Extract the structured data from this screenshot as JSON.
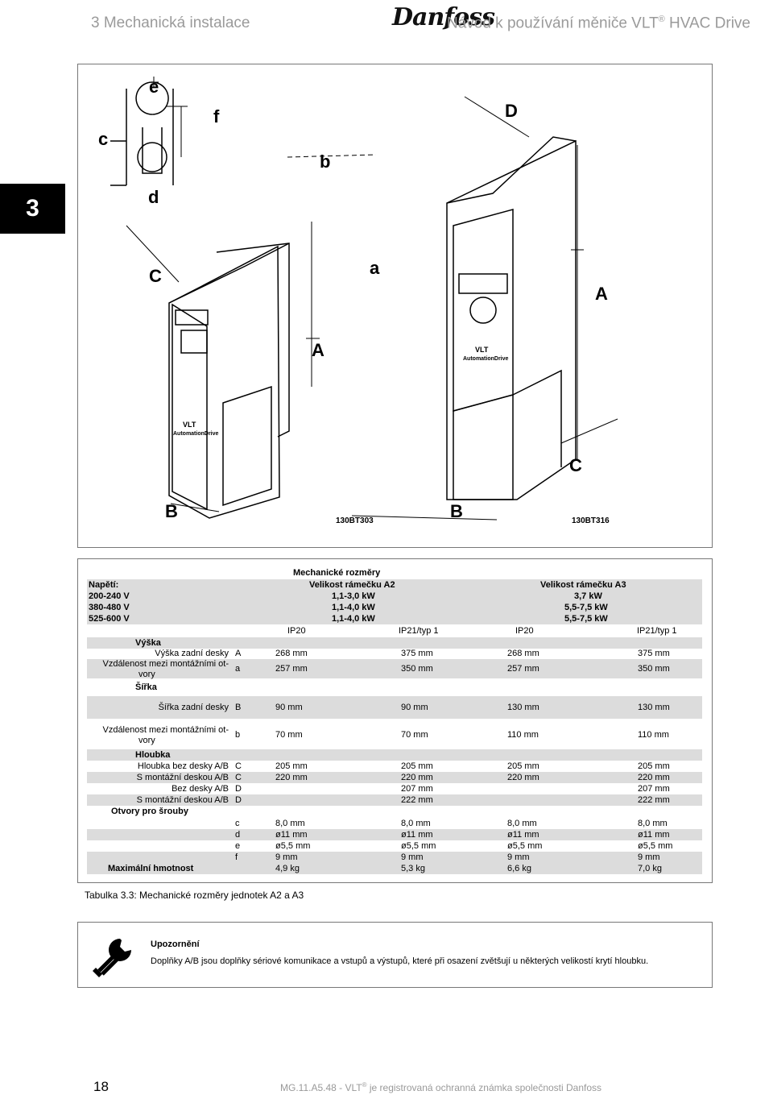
{
  "header": {
    "section": "3 Mechanická instalace",
    "logo": "Danfoss",
    "title": "Návod k používání měniče VLT",
    "reg_mark": "®",
    "title_end": "HVAC Drive"
  },
  "chapter_tab": "3",
  "figure": {
    "code_left": "130BT303",
    "code_right": "130BT316",
    "dim_labels": {
      "e": "e",
      "f": "f",
      "c": "c",
      "d": "d",
      "b": "b",
      "a": "a",
      "A": "A",
      "B": "B",
      "C": "C",
      "D": "D"
    },
    "device_brand": "VLT",
    "device_sub": "AutomationDrive"
  },
  "table": {
    "title": "Mechanické rozměry",
    "voltage_label": "Napětí:",
    "voltages": [
      "200-240 V",
      "380-480 V",
      "525-600 V"
    ],
    "frame_a2": {
      "label": "Velikost rámečku A2",
      "powers": [
        "1,1-3,0 kW",
        "1,1-4,0 kW",
        "1,1-4,0 kW"
      ]
    },
    "frame_a3": {
      "label": "Velikost rámečku A3",
      "powers": [
        "3,7 kW",
        "5,5-7,5 kW",
        "5,5-7,5 kW"
      ]
    },
    "ip_headers": [
      "IP20",
      "IP21/typ 1",
      "IP20",
      "IP21/typ 1"
    ],
    "rows": [
      {
        "label": "Výška",
        "sym": "",
        "vals": [
          "",
          "",
          "",
          ""
        ],
        "bold": true
      },
      {
        "label": "Výška zadní desky",
        "sym": "A",
        "vals": [
          "268 mm",
          "375 mm",
          "268 mm",
          "375 mm"
        ]
      },
      {
        "label": "Vzdálenost mezi montážními ot-",
        "label2": "vory",
        "sym": "a",
        "vals": [
          "257 mm",
          "350 mm",
          "257 mm",
          "350 mm"
        ]
      },
      {
        "label": "Šířka",
        "sym": "",
        "vals": [
          "",
          "",
          "",
          ""
        ],
        "bold": true
      },
      {
        "label": "Šířka zadní desky",
        "sym": "B",
        "vals": [
          "90 mm",
          "90 mm",
          "130 mm",
          "130 mm"
        ]
      },
      {
        "label": "Vzdálenost mezi montážními ot-",
        "label2": "vory",
        "sym": "b",
        "vals": [
          "70 mm",
          "70 mm",
          "110 mm",
          "110 mm"
        ]
      },
      {
        "label": "Hloubka",
        "sym": "",
        "vals": [
          "",
          "",
          "",
          ""
        ],
        "bold": true
      },
      {
        "label": "Hloubka bez desky A/B",
        "sym": "C",
        "vals": [
          "205 mm",
          "205 mm",
          "205 mm",
          "205 mm"
        ]
      },
      {
        "label": "S montážní deskou A/B",
        "sym": "C",
        "vals": [
          "220 mm",
          "220 mm",
          "220 mm",
          "220 mm"
        ]
      },
      {
        "label": "Bez desky A/B",
        "sym": "D",
        "vals": [
          "",
          "207 mm",
          "",
          "207 mm"
        ]
      },
      {
        "label": "S montážní deskou A/B",
        "sym": "D",
        "vals": [
          "",
          "222 mm",
          "",
          "222 mm"
        ]
      },
      {
        "label": "Otvory pro šrouby",
        "sym": "",
        "vals": [
          "",
          "",
          "",
          ""
        ],
        "bold": true
      },
      {
        "label": "",
        "sym": "c",
        "vals": [
          "8,0 mm",
          "8,0 mm",
          "8,0 mm",
          "8,0 mm"
        ]
      },
      {
        "label": "",
        "sym": "d",
        "vals": [
          "ø11 mm",
          "ø11 mm",
          "ø11 mm",
          "ø11 mm"
        ]
      },
      {
        "label": "",
        "sym": "e",
        "vals": [
          "ø5,5 mm",
          "ø5,5 mm",
          "ø5,5 mm",
          "ø5,5 mm"
        ]
      },
      {
        "label": "",
        "sym": "f",
        "vals": [
          "9 mm",
          "9 mm",
          "9 mm",
          "9 mm"
        ]
      },
      {
        "label": "Maximální hmotnost",
        "sym": "",
        "vals": [
          "4,9 kg",
          "5,3 kg",
          "6,6 kg",
          "7,0 kg"
        ],
        "bold": true
      }
    ]
  },
  "caption": "Tabulka 3.3: Mechanické rozměry jednotek A2 a A3",
  "note": {
    "icon": "wrench-icon",
    "title": "Upozornění",
    "text": "Doplňky A/B jsou doplňky sériové komunikace a vstupů a výstupů, které při osazení zvětšují u některých velikostí krytí hloubku."
  },
  "footer": {
    "page": "18",
    "text_before": "MG.11.A5.48 - VLT",
    "reg_mark": "®",
    "text_after": "je registrovaná ochranná známka společnosti Danfoss"
  }
}
